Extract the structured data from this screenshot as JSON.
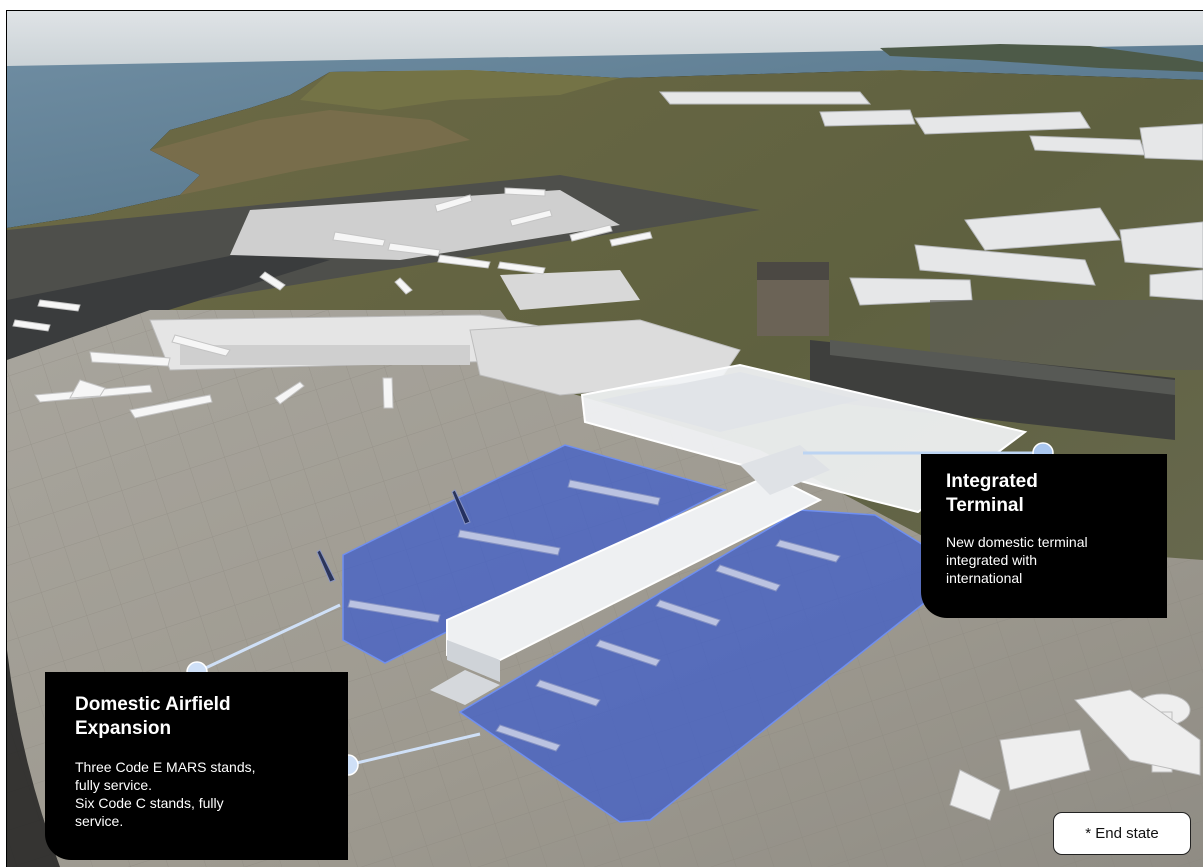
{
  "callouts": {
    "integrated_terminal": {
      "title_line1": "Integrated",
      "title_line2": "Terminal",
      "desc_line1": "New domestic terminal",
      "desc_line2": "integrated with",
      "desc_line3": "international"
    },
    "domestic_airfield": {
      "title_line1": "Domestic Airfield",
      "title_line2": "Expansion",
      "desc_line1": "Three Code E MARS stands,",
      "desc_line2": "fully service.",
      "desc_line3": "Six Code C stands, fully",
      "desc_line4": "service."
    }
  },
  "end_state_label": "* End state",
  "colors": {
    "highlight_blue": "#3c5ccc",
    "callout_bg": "#000000",
    "connector": "#bcd4f2",
    "marker": "#cfe0f7",
    "terminal_highlight": "#f2f4f6"
  }
}
